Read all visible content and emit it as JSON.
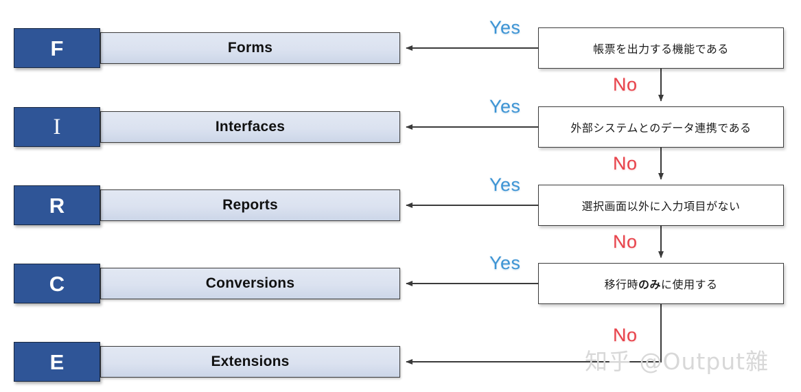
{
  "diagram": {
    "title": "FRICE classification decision flow",
    "colors": {
      "letter_block": "#2f5597",
      "name_bar": "#dbe2f0",
      "yes": "#3d94d4",
      "no": "#e8434b",
      "box_border": "#3a3a3a",
      "watermark": "#d8d8d8"
    },
    "categories": [
      {
        "letter": "F",
        "label": "Forms"
      },
      {
        "letter": "I",
        "label": "Interfaces"
      },
      {
        "letter": "R",
        "label": "Reports"
      },
      {
        "letter": "C",
        "label": "Conversions"
      },
      {
        "letter": "E",
        "label": "Extensions"
      }
    ],
    "decisions": [
      {
        "text": "帳票を出力する機能である",
        "yes": "Yes",
        "no": "No"
      },
      {
        "text": "外部システムとのデータ連携である",
        "yes": "Yes",
        "no": "No"
      },
      {
        "text": "選択画面以外に入力項目がない",
        "yes": "Yes",
        "no": "No"
      },
      {
        "text_pre": "移行時",
        "text_bold": "のみ",
        "text_post": "に使用する",
        "yes": "Yes",
        "no": "No"
      }
    ],
    "watermark": "知乎 @Output雜"
  }
}
